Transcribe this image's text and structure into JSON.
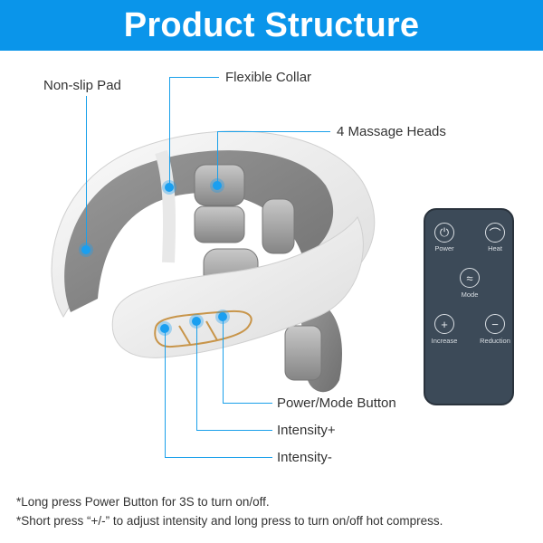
{
  "header": {
    "title": "Product Structure",
    "background": "#0a95ea"
  },
  "callouts": {
    "non_slip_pad": "Non-slip Pad",
    "flexible_collar": "Flexible Collar",
    "massage_heads": "4 Massage Heads",
    "power_mode": "Power/Mode Button",
    "intensity_plus": "Intensity+",
    "intensity_minus": "Intensity-"
  },
  "remote": {
    "buttons": [
      {
        "label": "Power",
        "icon": "power-icon"
      },
      {
        "label": "Heat",
        "icon": "heat-icon"
      },
      {
        "label": "Mode",
        "icon": "mode-icon"
      },
      {
        "label": "Increase",
        "icon": "plus-icon",
        "glyph": "+"
      },
      {
        "label": "Reduction",
        "icon": "minus-icon",
        "glyph": "−"
      }
    ]
  },
  "notes": [
    "*Long press Power Button for 3S to turn on/off.",
    "*Short press “+/-” to adjust intensity and long press to turn on/off hot compress."
  ],
  "colors": {
    "accent": "#1aa0ea",
    "remote_body": "#3c4a58"
  }
}
